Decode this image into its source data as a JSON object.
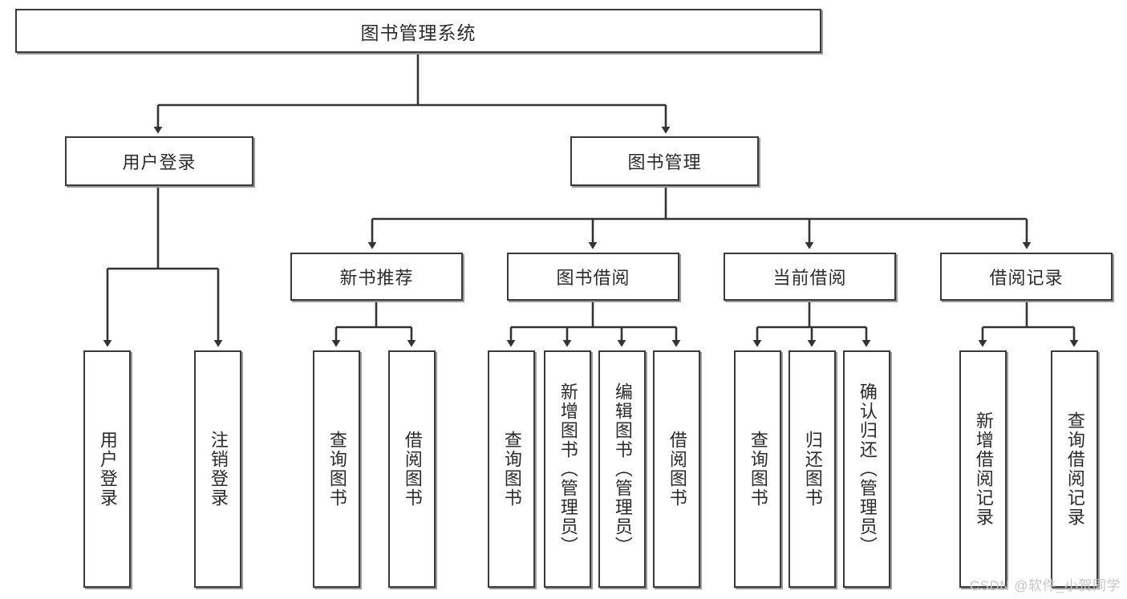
{
  "diagram": {
    "title": "图书管理系统",
    "type": "tree-hierarchy-functional-structure",
    "colors": {
      "box_border": "#3a3a3a",
      "box_fill": "#ffffff",
      "box_shadow": "#9a9a9a",
      "edge": "#333333",
      "text": "#2b2b2b",
      "watermark": "#c7c7c7",
      "background": "#ffffff"
    }
  },
  "root": {
    "label": "图书管理系统"
  },
  "level2": [
    {
      "label": "用户登录"
    },
    {
      "label": "图书管理"
    }
  ],
  "level3": [
    {
      "label": "新书推荐"
    },
    {
      "label": "图书借阅"
    },
    {
      "label": "当前借阅"
    },
    {
      "label": "借阅记录"
    }
  ],
  "leaves": {
    "user_login": [
      {
        "label": "用户登录"
      },
      {
        "label": "注销登录"
      }
    ],
    "new_book_recommend": [
      {
        "label": "查询图书"
      },
      {
        "label": "借阅图书"
      }
    ],
    "book_borrow": [
      {
        "label": "查询图书"
      },
      {
        "label": "新增图书（管理员）"
      },
      {
        "label": "编辑图书（管理员）"
      },
      {
        "label": "借阅图书"
      }
    ],
    "current_borrow": [
      {
        "label": "查询图书"
      },
      {
        "label": "归还图书"
      },
      {
        "label": "确认归还（管理员）"
      }
    ],
    "borrow_record": [
      {
        "label": "新增借阅记录"
      },
      {
        "label": "查询借阅记录"
      }
    ]
  },
  "watermark": {
    "text": "CSDN @软件_小贺同学"
  }
}
